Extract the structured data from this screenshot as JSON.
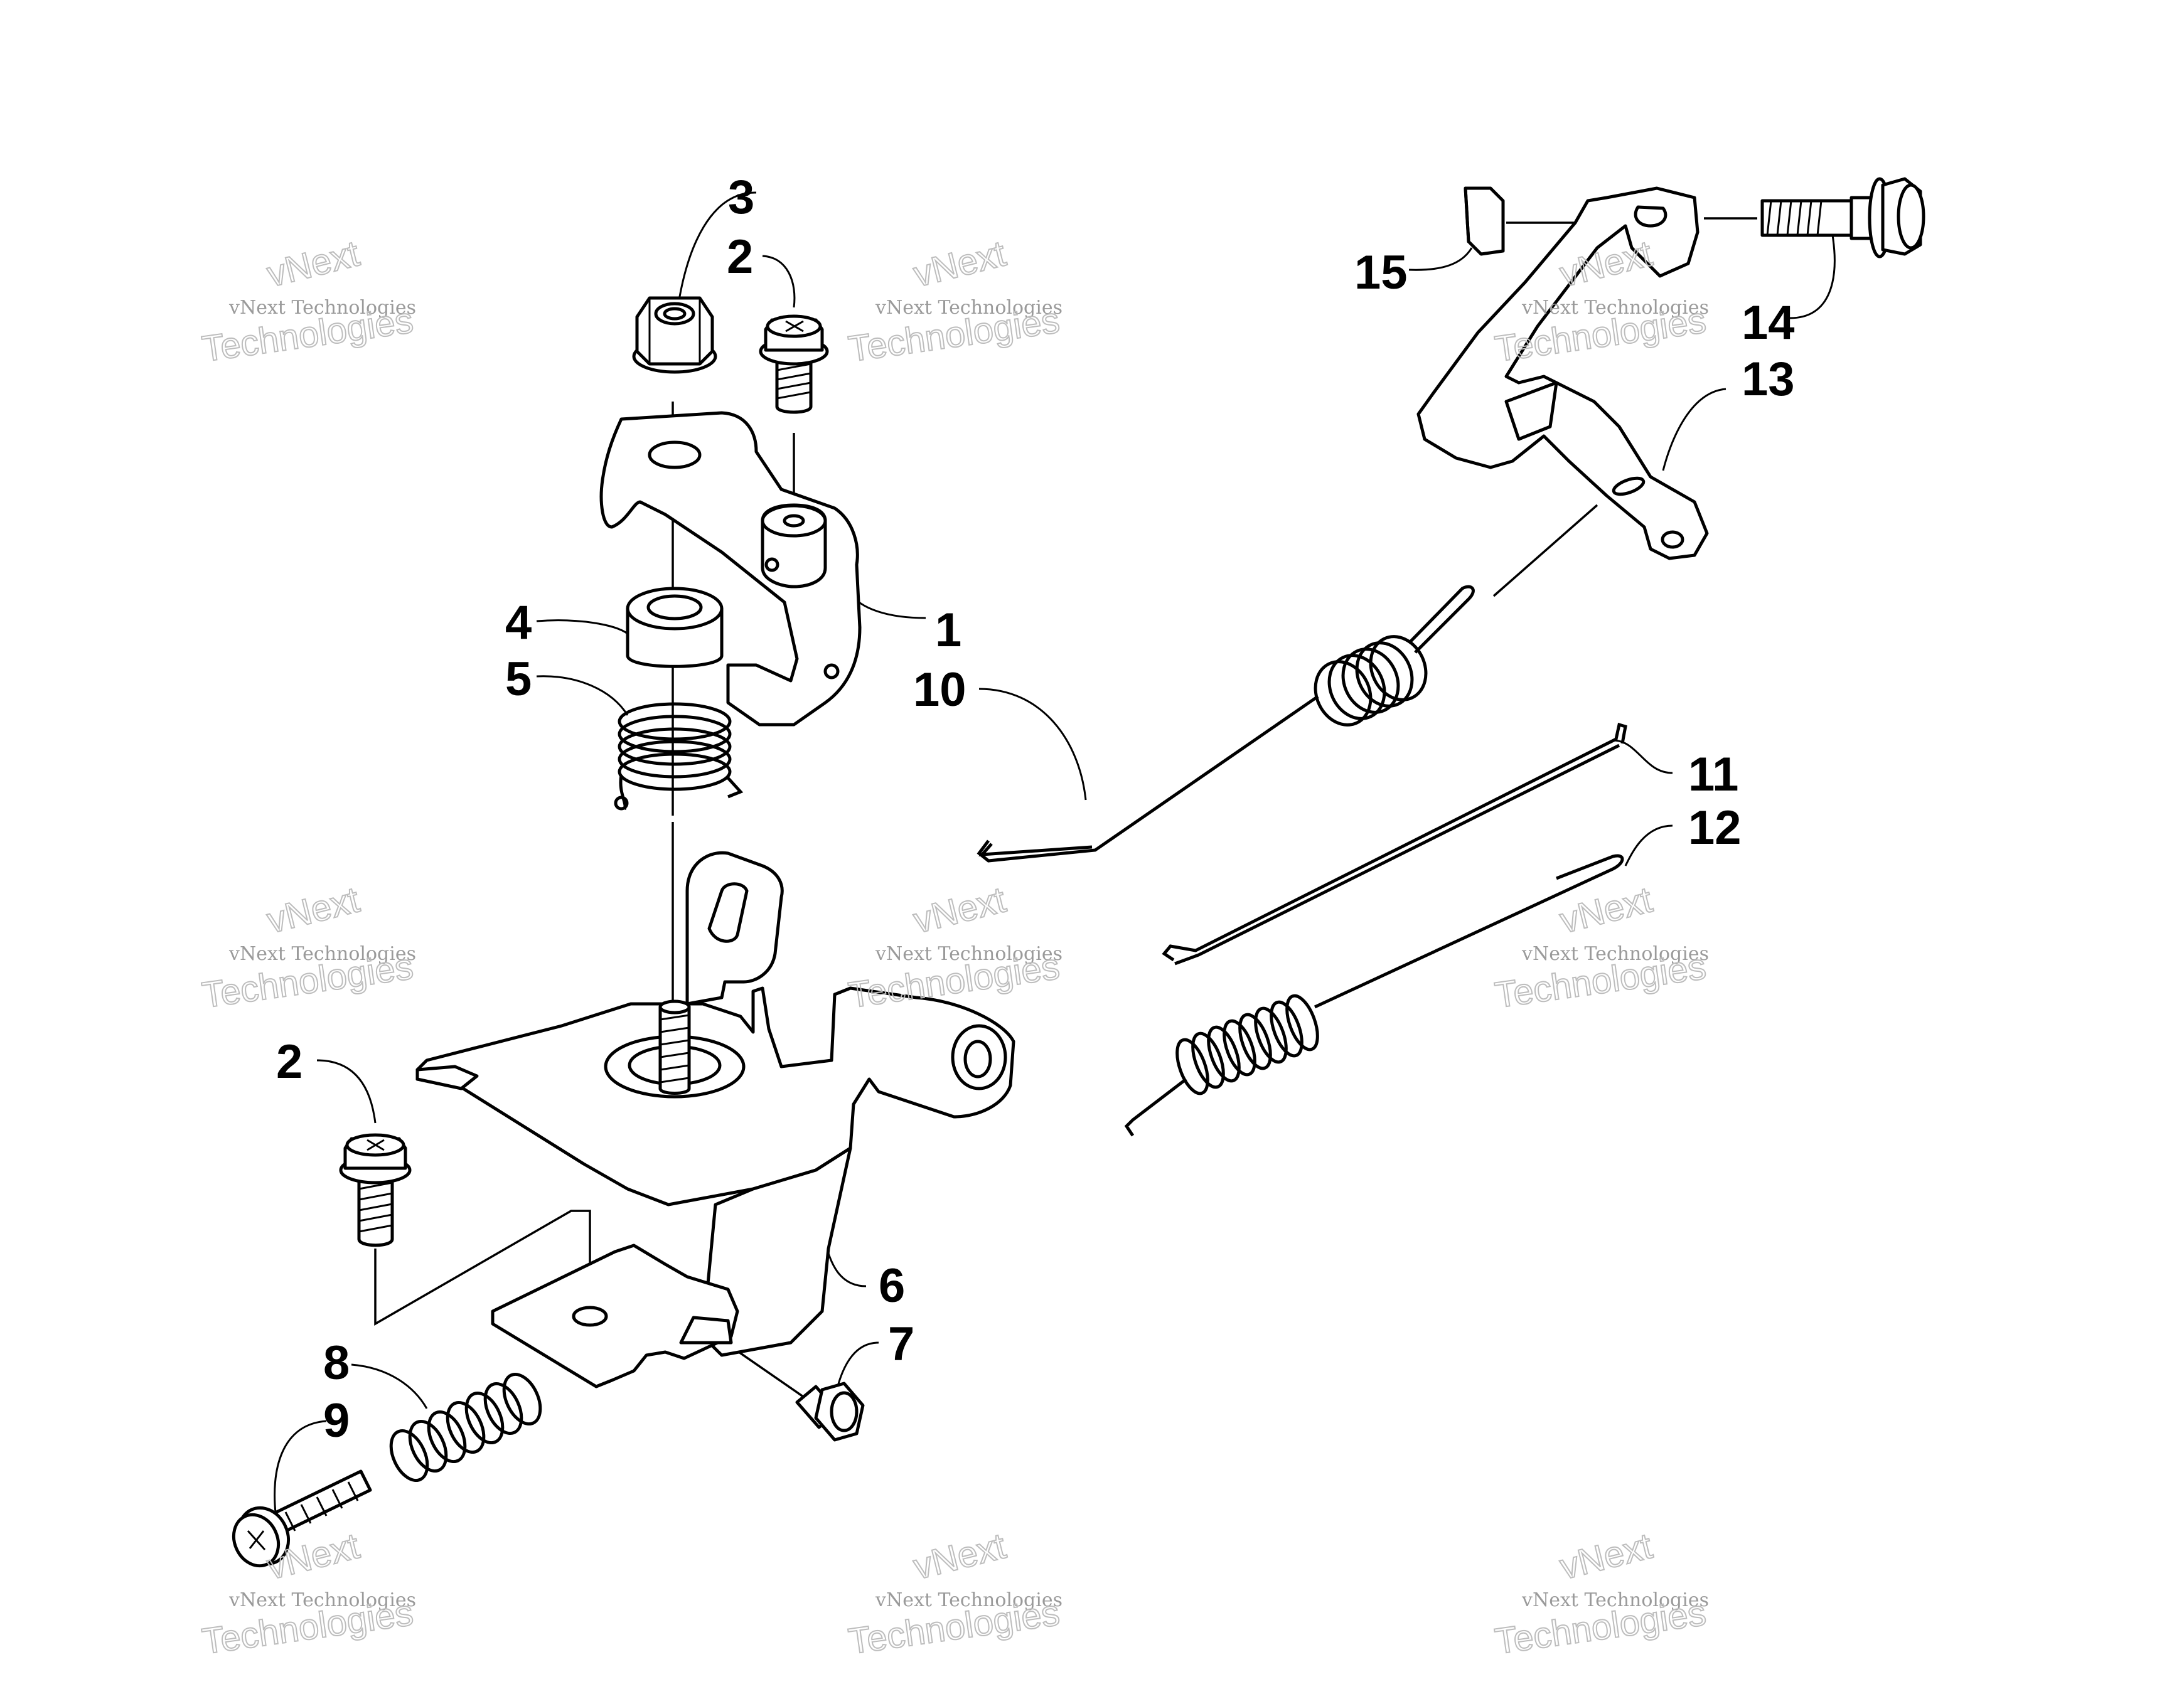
{
  "diagram": {
    "callouts": [
      {
        "id": "c1",
        "label": "1"
      },
      {
        "id": "c2a",
        "label": "2"
      },
      {
        "id": "c2b",
        "label": "2"
      },
      {
        "id": "c3",
        "label": "3"
      },
      {
        "id": "c4",
        "label": "4"
      },
      {
        "id": "c5",
        "label": "5"
      },
      {
        "id": "c6",
        "label": "6"
      },
      {
        "id": "c7",
        "label": "7"
      },
      {
        "id": "c8",
        "label": "8"
      },
      {
        "id": "c9",
        "label": "9"
      },
      {
        "id": "c10",
        "label": "10"
      },
      {
        "id": "c11",
        "label": "11"
      },
      {
        "id": "c12",
        "label": "12"
      },
      {
        "id": "c13",
        "label": "13"
      },
      {
        "id": "c14",
        "label": "14"
      },
      {
        "id": "c15",
        "label": "15"
      }
    ]
  },
  "watermark": {
    "small_text": "vNext Technologies",
    "brand_text": "vNext",
    "large_text": "Technologies"
  }
}
